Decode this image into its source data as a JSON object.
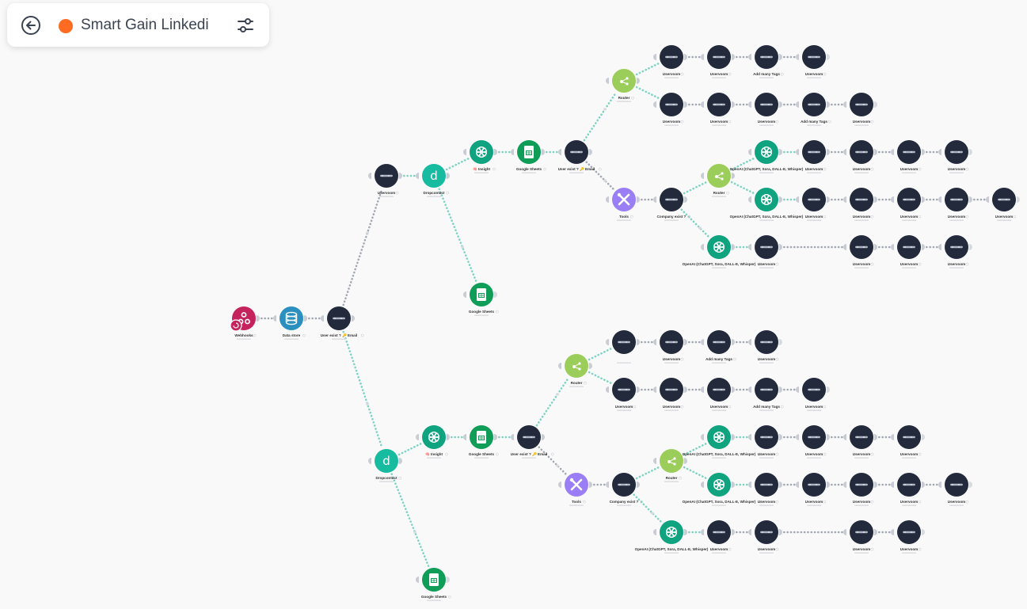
{
  "header": {
    "title": "Smart Gain Linkedi",
    "status_color": "#ff6b21",
    "back_icon": "arrow-left-circle-icon",
    "settings_icon": "sliders-icon"
  },
  "colors": {
    "uchat": "#222a3c",
    "webhooks": "#c5235b",
    "datastore": "#2b8fc0",
    "dropcontact": "#17bba0",
    "openai": "#10a37f",
    "sheets": "#0f9d58",
    "router": "#9bcd5b",
    "tools": "#9a7ef5",
    "link": "#a4a8b2",
    "link_hi": "#7ed3c1"
  },
  "modules": [
    {
      "id": "webhooks",
      "label": "Webhooks",
      "app": "webhooks"
    },
    {
      "id": "datastore",
      "label": "Data store",
      "app": "datastore"
    },
    {
      "id": "u1",
      "label": "User exist ? 🔑 Email",
      "app": "uchat"
    },
    {
      "id": "u_top",
      "label": "Uservoom",
      "app": "uchat"
    },
    {
      "id": "dc1",
      "label": "Dropcontact",
      "app": "dropcontact"
    },
    {
      "id": "gs_mid",
      "label": "Google Sheets",
      "app": "sheets"
    },
    {
      "id": "ai1",
      "label": "🧠 Insight",
      "app": "openai"
    },
    {
      "id": "gs1",
      "label": "Google Sheets",
      "app": "sheets"
    },
    {
      "id": "u2",
      "label": "User exist ? 🔑 Email",
      "app": "uchat"
    },
    {
      "id": "r1",
      "label": "Router",
      "app": "router"
    },
    {
      "id": "a1",
      "label": "Uservoom",
      "app": "uchat"
    },
    {
      "id": "a2",
      "label": "Uservoom",
      "app": "uchat"
    },
    {
      "id": "a3",
      "label": "Add many Tags",
      "app": "uchat"
    },
    {
      "id": "a4",
      "label": "Uservoom",
      "app": "uchat"
    },
    {
      "id": "b1",
      "label": "Uservoom",
      "app": "uchat"
    },
    {
      "id": "b2",
      "label": "Uservoom",
      "app": "uchat"
    },
    {
      "id": "b3",
      "label": "Uservoom",
      "app": "uchat"
    },
    {
      "id": "b4",
      "label": "Add many Tags",
      "app": "uchat"
    },
    {
      "id": "b5",
      "label": "Uservoom",
      "app": "uchat"
    },
    {
      "id": "t1",
      "label": "Tools",
      "app": "tools"
    },
    {
      "id": "c1",
      "label": "Company exist ?",
      "app": "uchat"
    },
    {
      "id": "r2",
      "label": "Router",
      "app": "router"
    },
    {
      "id": "ai2",
      "label": "OpenAI (ChatGPT, Sora, DALL-E, Whisper)",
      "app": "openai"
    },
    {
      "id": "d1",
      "label": "Uservoom",
      "app": "uchat"
    },
    {
      "id": "d2",
      "label": "Uservoom",
      "app": "uchat"
    },
    {
      "id": "d3",
      "label": "Uservoom",
      "app": "uchat"
    },
    {
      "id": "d4",
      "label": "Uservoom",
      "app": "uchat"
    },
    {
      "id": "ai3",
      "label": "OpenAI (ChatGPT, Sora, DALL-E, Whisper)",
      "app": "openai"
    },
    {
      "id": "e1",
      "label": "Uservoom",
      "app": "uchat"
    },
    {
      "id": "e2",
      "label": "Uservoom",
      "app": "uchat"
    },
    {
      "id": "e3",
      "label": "Uservoom",
      "app": "uchat"
    },
    {
      "id": "e4",
      "label": "Uservoom",
      "app": "uchat"
    },
    {
      "id": "e5",
      "label": "Uservoom",
      "app": "uchat"
    },
    {
      "id": "ai4",
      "label": "OpenAI (ChatGPT, Sora, DALL-E, Whisper)",
      "app": "openai"
    },
    {
      "id": "f1",
      "label": "Uservoom",
      "app": "uchat"
    },
    {
      "id": "f2",
      "label": "Uservoom",
      "app": "uchat"
    },
    {
      "id": "f3",
      "label": "Uservoom",
      "app": "uchat"
    },
    {
      "id": "f4",
      "label": "Uservoom",
      "app": "uchat"
    },
    {
      "id": "dc2",
      "label": "Dropcontact",
      "app": "dropcontact"
    },
    {
      "id": "gs_bot",
      "label": "Google Sheets",
      "app": "sheets"
    },
    {
      "id": "ai5",
      "label": "🧠 Insight",
      "app": "openai"
    },
    {
      "id": "gs2",
      "label": "Google Sheets",
      "app": "sheets"
    },
    {
      "id": "u3",
      "label": "User exist ? 🔑 Email",
      "app": "uchat"
    },
    {
      "id": "r3",
      "label": "Router",
      "app": "router"
    },
    {
      "id": "g1",
      "label": "",
      "app": "uchat"
    },
    {
      "id": "g2",
      "label": "Uservoom",
      "app": "uchat"
    },
    {
      "id": "g3",
      "label": "Add many Tags",
      "app": "uchat"
    },
    {
      "id": "g4",
      "label": "Uservoom",
      "app": "uchat"
    },
    {
      "id": "h1",
      "label": "Uservoom",
      "app": "uchat"
    },
    {
      "id": "h2",
      "label": "Uservoom",
      "app": "uchat"
    },
    {
      "id": "h3",
      "label": "Uservoom",
      "app": "uchat"
    },
    {
      "id": "h4",
      "label": "Add many Tags",
      "app": "uchat"
    },
    {
      "id": "h5",
      "label": "Uservoom",
      "app": "uchat"
    },
    {
      "id": "t2",
      "label": "Tools",
      "app": "tools"
    },
    {
      "id": "c2",
      "label": "Company exist ?",
      "app": "uchat"
    },
    {
      "id": "r4",
      "label": "Router",
      "app": "router"
    },
    {
      "id": "ai6",
      "label": "OpenAI (ChatGPT, Sora, DALL-E, Whisper)",
      "app": "openai"
    },
    {
      "id": "i1",
      "label": "Uservoom",
      "app": "uchat"
    },
    {
      "id": "i2",
      "label": "Uservoom",
      "app": "uchat"
    },
    {
      "id": "i3",
      "label": "Uservoom",
      "app": "uchat"
    },
    {
      "id": "i4",
      "label": "Uservoom",
      "app": "uchat"
    },
    {
      "id": "ai7",
      "label": "OpenAI (ChatGPT, Sora, DALL-E, Whisper)",
      "app": "openai"
    },
    {
      "id": "j1",
      "label": "Uservoom",
      "app": "uchat"
    },
    {
      "id": "j2",
      "label": "Uservoom",
      "app": "uchat"
    },
    {
      "id": "j3",
      "label": "Uservoom",
      "app": "uchat"
    },
    {
      "id": "j4",
      "label": "Uservoom",
      "app": "uchat"
    },
    {
      "id": "j5",
      "label": "Uservoom",
      "app": "uchat"
    },
    {
      "id": "ai8",
      "label": "OpenAI (ChatGPT, Sora, DALL-E, Whisper)",
      "app": "openai"
    },
    {
      "id": "k1",
      "label": "Uservoom",
      "app": "uchat"
    },
    {
      "id": "k2",
      "label": "Uservoom",
      "app": "uchat"
    },
    {
      "id": "k3",
      "label": "Uservoom",
      "app": "uchat"
    },
    {
      "id": "k4",
      "label": "Uservoom",
      "app": "uchat"
    }
  ],
  "links": [
    [
      "webhooks",
      "datastore"
    ],
    [
      "datastore",
      "u1"
    ],
    [
      "u1",
      "u_top"
    ],
    [
      "u1",
      "dc2"
    ],
    [
      "u_top",
      "dc1"
    ],
    [
      "dc1",
      "ai1"
    ],
    [
      "dc1",
      "gs_mid"
    ],
    [
      "ai1",
      "gs1"
    ],
    [
      "gs1",
      "u2"
    ],
    [
      "u2",
      "r1"
    ],
    [
      "u2",
      "t1"
    ],
    [
      "r1",
      "a1"
    ],
    [
      "a1",
      "a2"
    ],
    [
      "a2",
      "a3"
    ],
    [
      "a3",
      "a4"
    ],
    [
      "r1",
      "b1"
    ],
    [
      "b1",
      "b2"
    ],
    [
      "b2",
      "b3"
    ],
    [
      "b3",
      "b4"
    ],
    [
      "b4",
      "b5"
    ],
    [
      "t1",
      "c1"
    ],
    [
      "c1",
      "r2"
    ],
    [
      "c1",
      "ai4"
    ],
    [
      "r2",
      "ai2"
    ],
    [
      "ai2",
      "d1"
    ],
    [
      "d1",
      "d2"
    ],
    [
      "d2",
      "d3"
    ],
    [
      "d3",
      "d4"
    ],
    [
      "r2",
      "ai3"
    ],
    [
      "ai3",
      "e1"
    ],
    [
      "e1",
      "e2"
    ],
    [
      "e2",
      "e3"
    ],
    [
      "e3",
      "e4"
    ],
    [
      "e4",
      "e5"
    ],
    [
      "ai4",
      "f1"
    ],
    [
      "f1",
      "f2"
    ],
    [
      "f2",
      "f3"
    ],
    [
      "f3",
      "f4"
    ],
    [
      "dc2",
      "ai5"
    ],
    [
      "dc2",
      "gs_bot"
    ],
    [
      "ai5",
      "gs2"
    ],
    [
      "gs2",
      "u3"
    ],
    [
      "u3",
      "r3"
    ],
    [
      "u3",
      "t2"
    ],
    [
      "r3",
      "g1"
    ],
    [
      "g1",
      "g2"
    ],
    [
      "g2",
      "g3"
    ],
    [
      "g3",
      "g4"
    ],
    [
      "r3",
      "h1"
    ],
    [
      "h1",
      "h2"
    ],
    [
      "h2",
      "h3"
    ],
    [
      "h3",
      "h4"
    ],
    [
      "h4",
      "h5"
    ],
    [
      "t2",
      "c2"
    ],
    [
      "c2",
      "r4"
    ],
    [
      "c2",
      "ai8"
    ],
    [
      "r4",
      "ai6"
    ],
    [
      "ai6",
      "i1"
    ],
    [
      "i1",
      "i2"
    ],
    [
      "i2",
      "i3"
    ],
    [
      "i3",
      "i4"
    ],
    [
      "r4",
      "ai7"
    ],
    [
      "ai7",
      "j1"
    ],
    [
      "j1",
      "j2"
    ],
    [
      "j2",
      "j3"
    ],
    [
      "j3",
      "j4"
    ],
    [
      "j4",
      "j5"
    ],
    [
      "ai8",
      "k1"
    ],
    [
      "k1",
      "k2"
    ],
    [
      "k2",
      "k3"
    ],
    [
      "k3",
      "k4"
    ]
  ]
}
